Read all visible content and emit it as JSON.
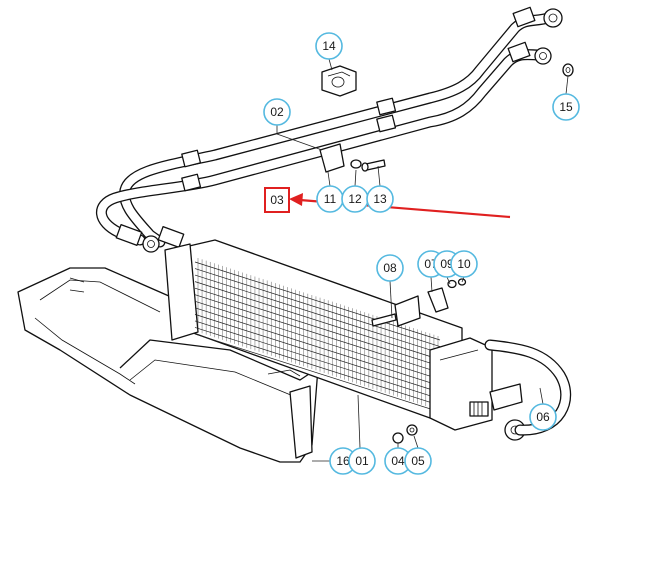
{
  "diagram": {
    "header_text": "",
    "callouts": {
      "c14": "14",
      "c02": "02",
      "c15": "15",
      "c11": "11",
      "c12": "12",
      "c13": "13",
      "c08": "08",
      "c07": "07",
      "c09": "09",
      "c10": "10",
      "c06": "06",
      "c16": "16",
      "c01": "01",
      "c04": "04",
      "c05": "05"
    },
    "highlighted_part": "03",
    "colors": {
      "callout_ring": "#55b9e0",
      "highlight": "#e02020",
      "line_art": "#111111"
    }
  }
}
